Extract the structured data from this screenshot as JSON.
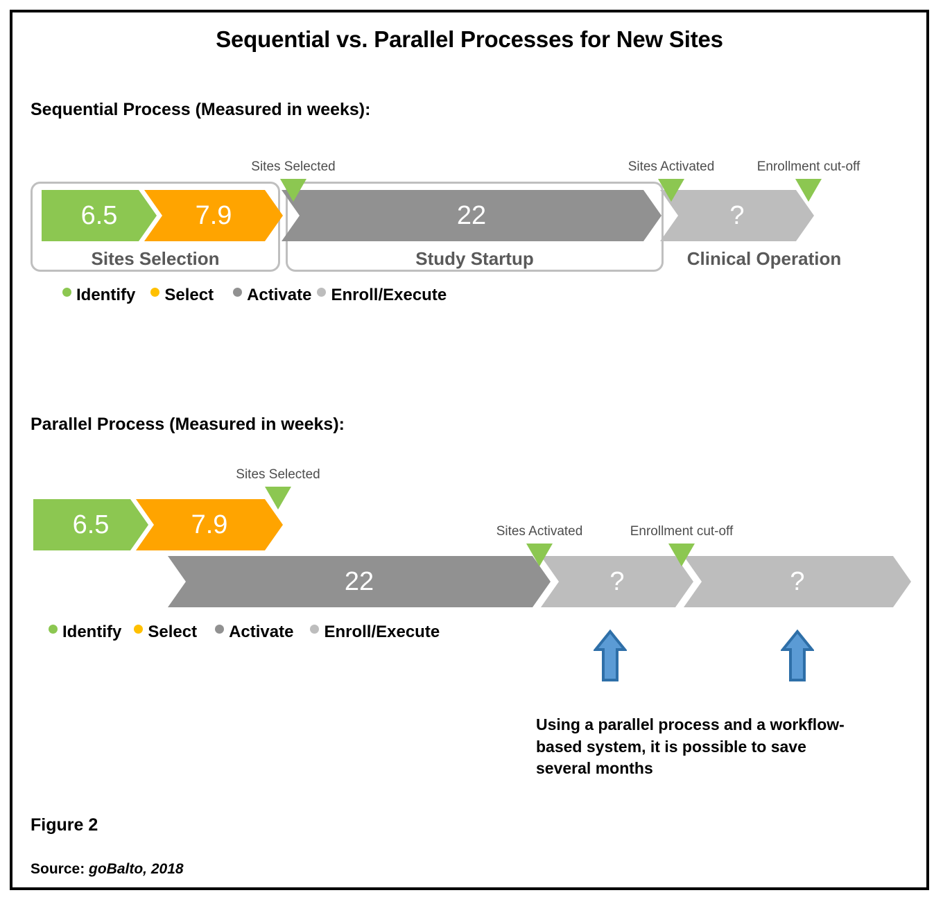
{
  "chart_data": {
    "type": "diagram",
    "title": "Sequential vs. Parallel Processes for New Sites",
    "unit": "weeks",
    "sections": [
      {
        "name": "sequential",
        "heading": "Sequential Process (Measured in weeks):",
        "stages": [
          {
            "label": "Sites Selection",
            "segments": [
              {
                "name": "Identify",
                "value": "6.5",
                "color": "#8CC751"
              },
              {
                "name": "Select",
                "value": "7.9",
                "color": "#FFA400"
              }
            ]
          },
          {
            "label": "Study Startup",
            "segments": [
              {
                "name": "Activate",
                "value": "22",
                "color": "#919191"
              }
            ]
          },
          {
            "label": "Clinical Operation",
            "segments": [
              {
                "name": "Enroll/Execute",
                "value": "?",
                "color": "#BDBDBD"
              }
            ]
          }
        ],
        "markers": [
          "Sites Selected",
          "Sites Activated",
          "Enrollment cut-off"
        ]
      },
      {
        "name": "parallel",
        "heading": "Parallel Process (Measured in weeks):",
        "stages": [
          {
            "label": "",
            "segments": [
              {
                "name": "Identify",
                "value": "6.5",
                "color": "#8CC751"
              },
              {
                "name": "Select",
                "value": "7.9",
                "color": "#FFA400"
              }
            ]
          },
          {
            "label": "",
            "segments": [
              {
                "name": "Activate",
                "value": "22",
                "color": "#919191"
              },
              {
                "name": "Enroll/Execute",
                "value": "?",
                "color": "#BDBDBD"
              },
              {
                "name": "Enroll/Execute",
                "value": "?",
                "color": "#BDBDBD"
              }
            ]
          }
        ],
        "markers": [
          "Sites Selected",
          "Sites Activated",
          "Enrollment cut-off"
        ]
      }
    ]
  },
  "title": "Sequential vs. Parallel Processes for New Sites",
  "sequential": {
    "heading": "Sequential Process (Measured in weeks):",
    "bars": {
      "identify": "6.5",
      "select": "7.9",
      "activate": "22",
      "enroll": "?"
    },
    "captions": {
      "sites_selection": "Sites Selection",
      "study_startup": "Study Startup",
      "clinical_operation": "Clinical Operation"
    },
    "markers": {
      "sites_selected": "Sites Selected",
      "sites_activated": "Sites Activated",
      "enrollment_cutoff": "Enrollment cut-off"
    }
  },
  "parallel": {
    "heading": "Parallel Process (Measured in weeks):",
    "bars": {
      "identify": "6.5",
      "select": "7.9",
      "activate": "22",
      "enroll1": "?",
      "enroll2": "?"
    },
    "markers": {
      "sites_selected": "Sites Selected",
      "sites_activated": "Sites Activated",
      "enrollment_cutoff": "Enrollment cut-off"
    }
  },
  "legend": {
    "items": [
      {
        "label": "Identify",
        "color": "#8CC751"
      },
      {
        "label": "Select",
        "color": "#FFC000"
      },
      {
        "label": "Activate",
        "color": "#919191"
      },
      {
        "label": "Enroll/Execute",
        "color": "#BDBDBD"
      }
    ]
  },
  "callout": {
    "text": "Using a parallel process and a workflow-based system, it is possible to save several months"
  },
  "footer": {
    "figure_label": "Figure 2",
    "source_key": "Source:",
    "source_value": "goBalto, 2018"
  },
  "colors": {
    "green": "#8CC751",
    "orange": "#FFA400",
    "dark_gray": "#919191",
    "light_gray": "#BDBDBD",
    "box_border": "#BFBFBF",
    "caption_gray": "#595959",
    "marker_gray": "#4D4D4D",
    "arrow_blue": "#5B9BD5",
    "arrow_blue_border": "#2E6FA8",
    "frame": "#000000"
  }
}
